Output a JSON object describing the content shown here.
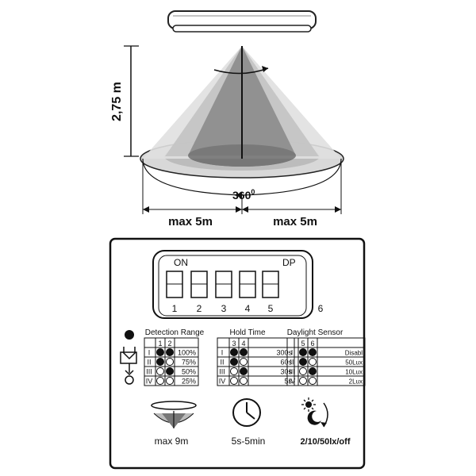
{
  "diagram": {
    "height_label": "2,75 m",
    "angle_label": "360",
    "angle_unit": "0",
    "range_left": "max 5m",
    "range_right": "max 5m"
  },
  "panel": {
    "dip_on": "ON",
    "dip_dp": "DP",
    "dip_numbers": [
      "1",
      "2",
      "3",
      "4",
      "5",
      "6"
    ],
    "detection": {
      "title": "Detection Range",
      "cols": [
        "1",
        "2"
      ],
      "rows": [
        {
          "roman": "I",
          "dots": [
            "on",
            "on"
          ],
          "value": "100%"
        },
        {
          "roman": "II",
          "dots": [
            "on",
            "off"
          ],
          "value": "75%"
        },
        {
          "roman": "III",
          "dots": [
            "off",
            "on"
          ],
          "value": "50%"
        },
        {
          "roman": "IV",
          "dots": [
            "off",
            "off"
          ],
          "value": "25%"
        }
      ],
      "caption": "max 9m"
    },
    "hold": {
      "title": "Hold Time",
      "cols": [
        "3",
        "4"
      ],
      "rows": [
        {
          "roman": "I",
          "dots": [
            "on",
            "on"
          ],
          "value": "300s"
        },
        {
          "roman": "II",
          "dots": [
            "on",
            "off"
          ],
          "value": "60s"
        },
        {
          "roman": "III",
          "dots": [
            "off",
            "on"
          ],
          "value": "30s"
        },
        {
          "roman": "IV",
          "dots": [
            "off",
            "off"
          ],
          "value": "5s"
        }
      ],
      "caption": "5s-5min"
    },
    "daylight": {
      "title": "Daylight Sensor",
      "cols": [
        "5",
        "6"
      ],
      "rows": [
        {
          "roman": "I",
          "dots": [
            "on",
            "on"
          ],
          "value": "Disabl"
        },
        {
          "roman": "II",
          "dots": [
            "on",
            "off"
          ],
          "value": "50Lux"
        },
        {
          "roman": "III",
          "dots": [
            "off",
            "on"
          ],
          "value": "10Lux"
        },
        {
          "roman": "IV",
          "dots": [
            "off",
            "off"
          ],
          "value": "2Lux"
        }
      ],
      "caption": "2/10/50lx/off"
    }
  }
}
